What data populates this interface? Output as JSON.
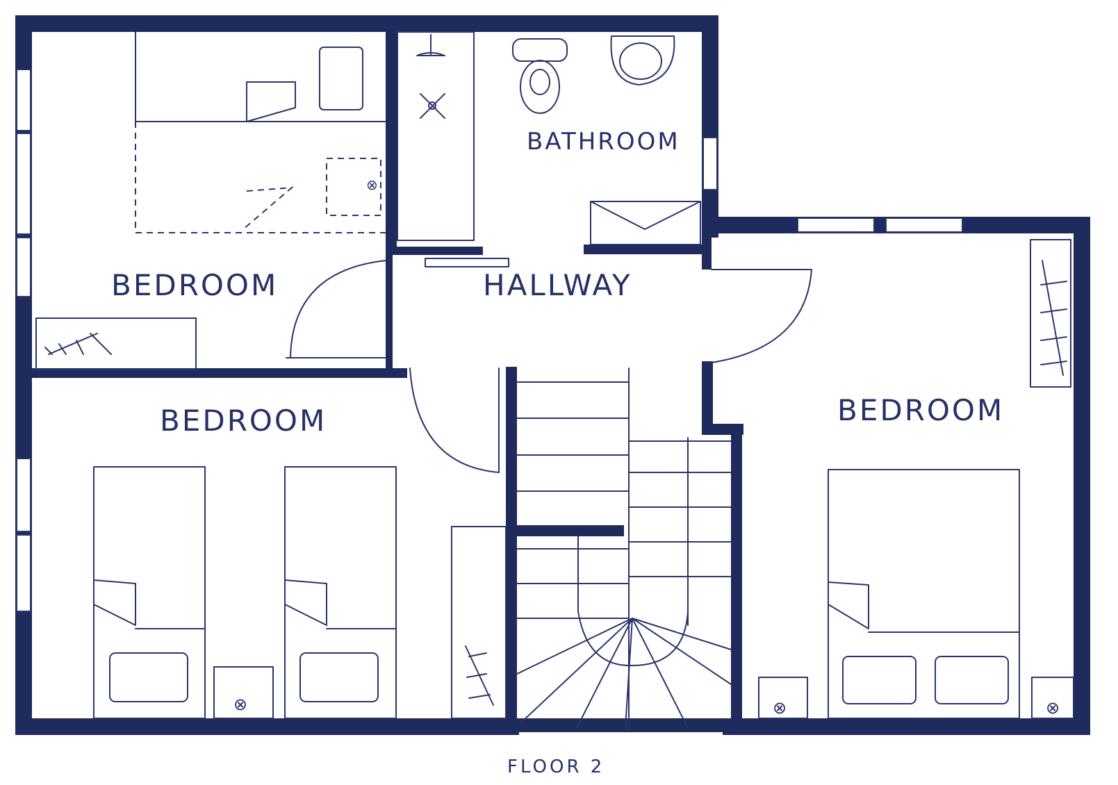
{
  "rooms": {
    "bedroom_top_left": "BEDROOM",
    "bathroom": "BATHROOM",
    "hallway": "HALLWAY",
    "bedroom_bottom_left": "BEDROOM",
    "bedroom_right": "BEDROOM"
  },
  "caption": "FLOOR 2",
  "colors": {
    "ink": "#1f2b5c",
    "paper": "#ffffff"
  }
}
